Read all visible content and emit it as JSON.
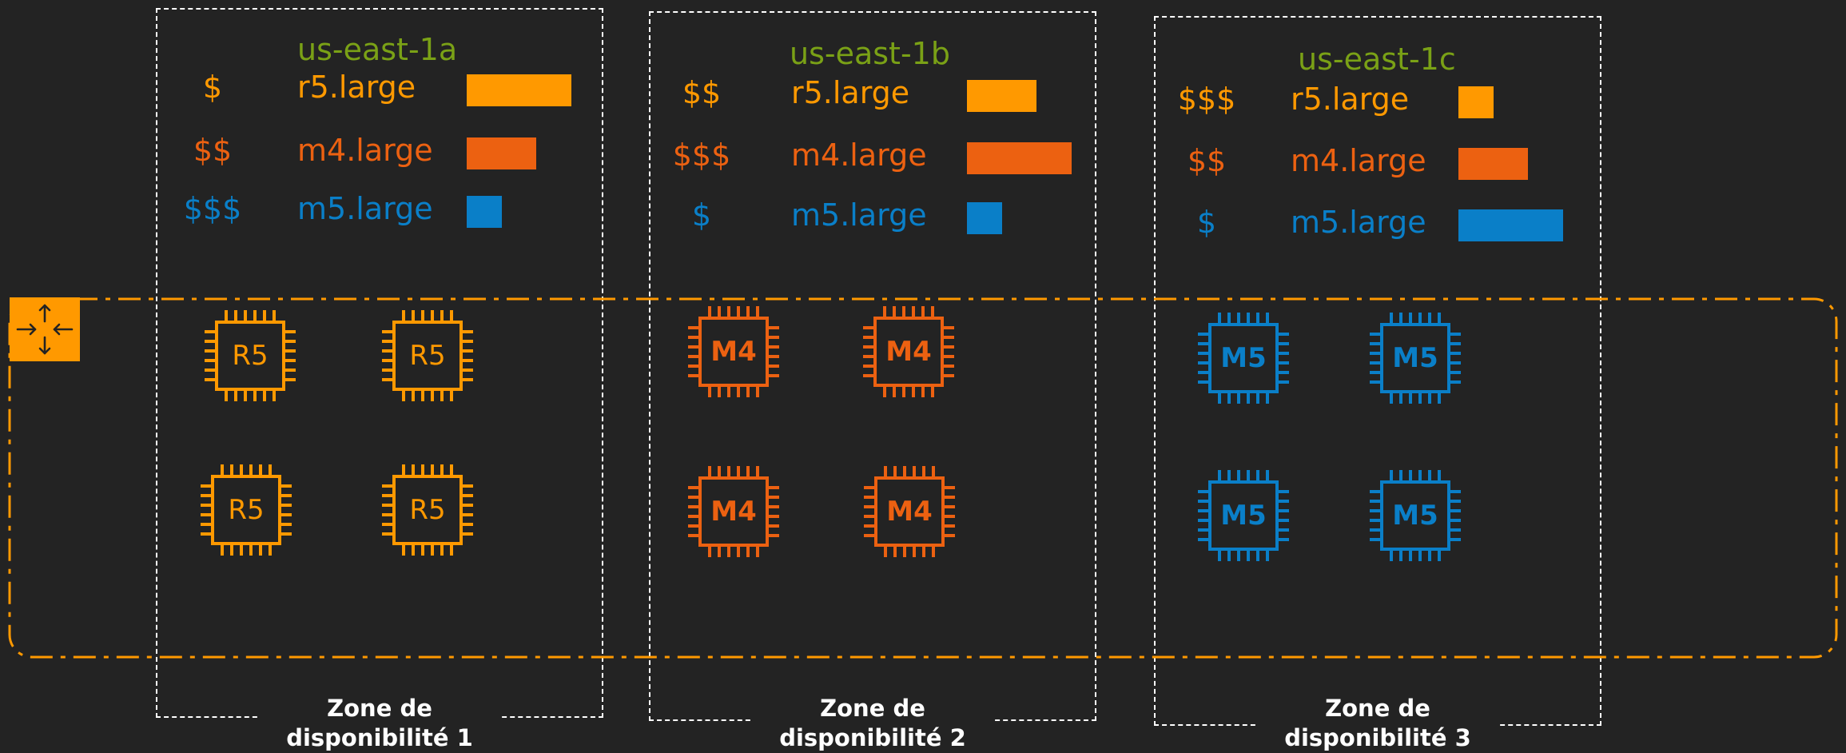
{
  "colors": {
    "background": "#232323",
    "zone_name": "#7aa116",
    "r5": "#ff9900",
    "m4": "#ec6111",
    "m5": "#0a7fc8",
    "asg_border": "#ff9900",
    "zone_border": "#ffffff"
  },
  "asg_icon": "auto-scaling-icon",
  "zones": [
    {
      "name": "us-east-1a",
      "label_line1": "Zone de",
      "label_line2": "disponibilité 1",
      "pricing": [
        {
          "cost": "$",
          "instance": "r5.large",
          "color": "#ff9900",
          "relative_price": 3
        },
        {
          "cost": "$$",
          "instance": "m4.large",
          "color": "#ec6111",
          "relative_price": 2
        },
        {
          "cost": "$$$",
          "instance": "m5.large",
          "color": "#0a7fc8",
          "relative_price": 1
        }
      ],
      "instances": [
        "R5",
        "R5",
        "R5",
        "R5"
      ],
      "instance_color": "#ff9900",
      "instance_icon": "ec2-instance-icon"
    },
    {
      "name": "us-east-1b",
      "label_line1": "Zone de",
      "label_line2": "disponibilité 2",
      "pricing": [
        {
          "cost": "$$",
          "instance": "r5.large",
          "color": "#ff9900",
          "relative_price": 2
        },
        {
          "cost": "$$$",
          "instance": "m4.large",
          "color": "#ec6111",
          "relative_price": 3
        },
        {
          "cost": "$",
          "instance": "m5.large",
          "color": "#0a7fc8",
          "relative_price": 1
        }
      ],
      "instances": [
        "M4",
        "M4",
        "M4",
        "M4"
      ],
      "instance_color": "#ec6111",
      "instance_icon": "ec2-instance-icon"
    },
    {
      "name": "us-east-1c",
      "label_line1": "Zone de",
      "label_line2": "disponibilité 3",
      "pricing": [
        {
          "cost": "$$$",
          "instance": "r5.large",
          "color": "#ff9900",
          "relative_price": 1
        },
        {
          "cost": "$$",
          "instance": "m4.large",
          "color": "#ec6111",
          "relative_price": 2
        },
        {
          "cost": "$",
          "instance": "m5.large",
          "color": "#0a7fc8",
          "relative_price": 3
        }
      ],
      "instances": [
        "M5",
        "M5",
        "M5",
        "M5"
      ],
      "instance_color": "#0a7fc8",
      "instance_icon": "ec2-instance-icon"
    }
  ]
}
